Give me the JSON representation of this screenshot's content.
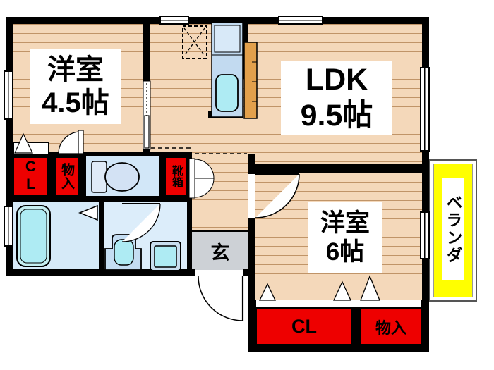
{
  "plan": {
    "type": "apartment-floor-plan",
    "rooms": {
      "western1": {
        "name": "洋室",
        "size": "4.5帖"
      },
      "ldk": {
        "name": "LDK",
        "size": "9.5帖"
      },
      "western2": {
        "name": "洋室",
        "size": "6帖"
      },
      "veranda": {
        "name": "ベランダ"
      },
      "entrance": {
        "name": "玄"
      }
    },
    "storage": {
      "closet1": "CL",
      "storage1": "物入",
      "shoebox": "靴箱",
      "closet2": "CL",
      "storage2": "物入"
    },
    "fixtures": {
      "toilet": "toilet",
      "bathtub": "bathtub",
      "washbasin": "washbasin",
      "washing_machine": "washing-machine",
      "kitchen_sink": "kitchen-sink",
      "kitchen_counter": "kitchen-counter",
      "refrigerator_space": "refrigerator-space"
    },
    "colors": {
      "red": "#ee0000",
      "yellow": "#ffff00",
      "floor": "#f4d8ba",
      "floorLine": "#c09468",
      "wall": "#000000",
      "waterFloor": "#d8ebf9",
      "fixtureTeal": "#aeebf3",
      "counterOrange": "#e2a04c",
      "genkanGray": "#cdd1d6",
      "labelBg": "#ffffff"
    }
  }
}
